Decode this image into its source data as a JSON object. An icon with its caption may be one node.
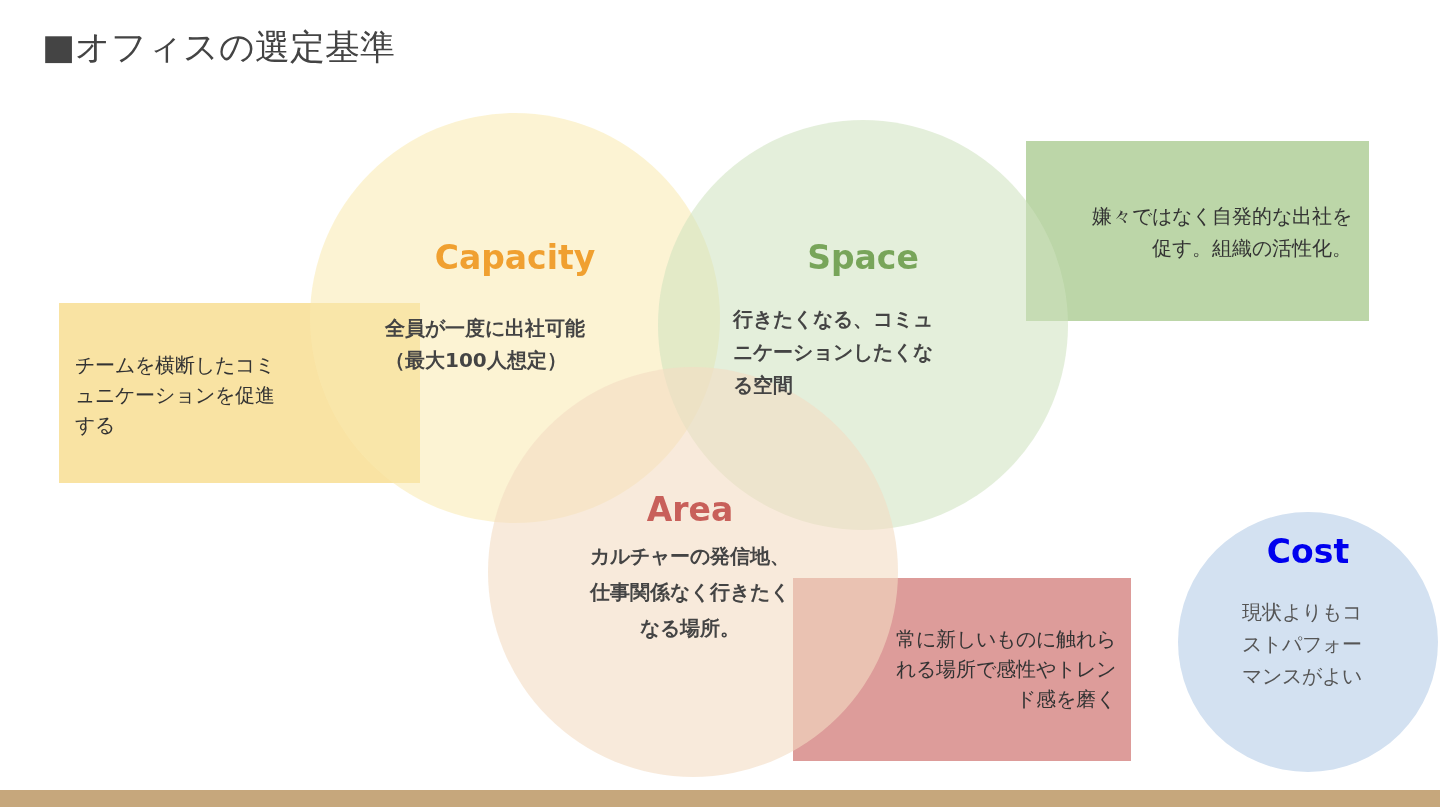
{
  "diagram": {
    "title": "■オフィスの選定基準",
    "nodes": [
      {
        "text": [
          "Capacity",
          "全員が一度に出社可能（最大100人想定）"
        ]
      },
      {
        "text": [
          "Space",
          "行きたくなる、コミュニケーションしたくなる空間"
        ]
      },
      {
        "text": [
          "嫌々ではなく自発的な出社を促す。組織の活性化。"
        ]
      },
      {
        "text": [
          "チームを横断したコミュニケーションを促進する"
        ]
      },
      {
        "text": [
          "Area",
          "カルチャーの発信地、仕事関係なく行きたくなる場所。"
        ]
      },
      {
        "text": [
          "Cost",
          "現状よりもコストパフォーマンスがよい"
        ]
      },
      {
        "text": [
          "常に新しいものに触れられる場所で感性やトレンド感を磨く"
        ]
      }
    ]
  }
}
